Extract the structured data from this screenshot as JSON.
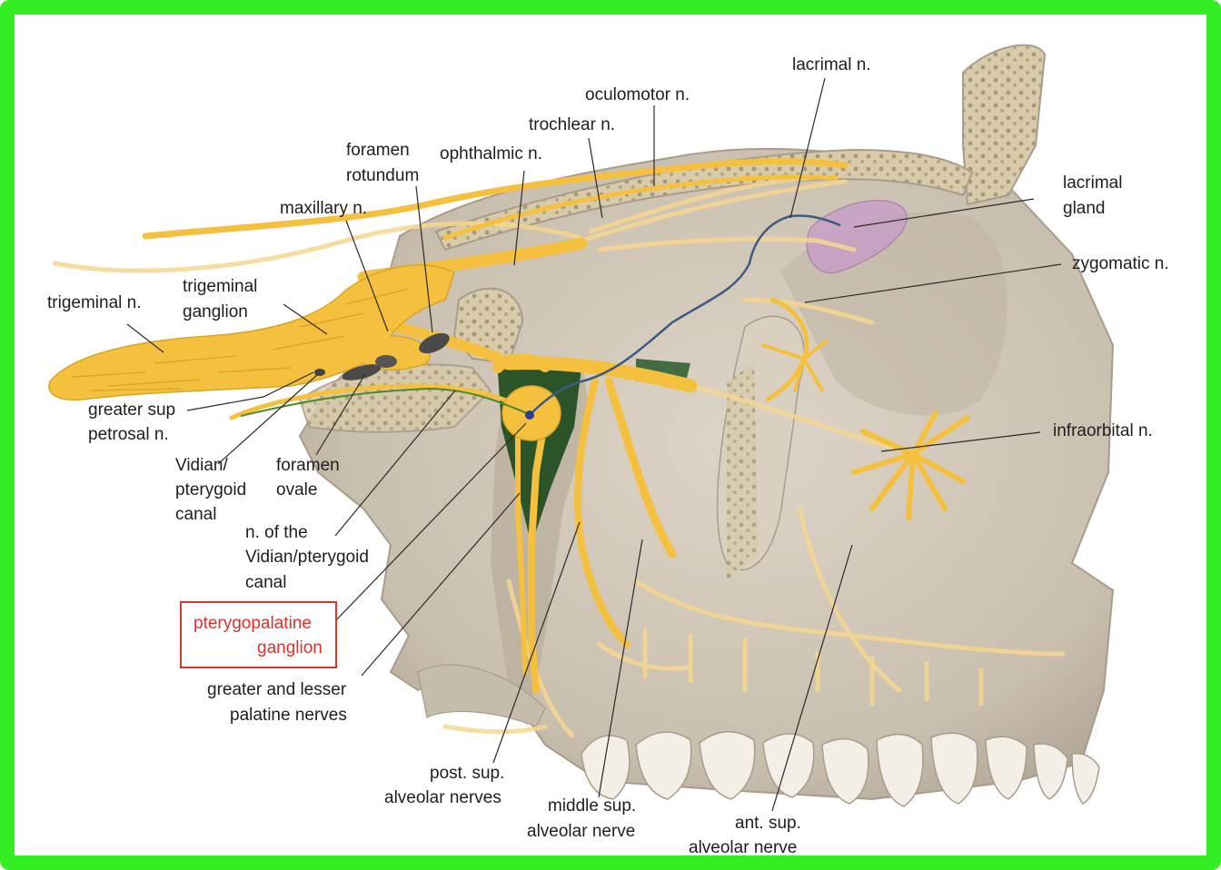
{
  "diagram": {
    "colors": {
      "frame": "#33ee22",
      "bone": "#cfc5b6",
      "bone_shadow": "#a89c8b",
      "nerve": "#f4c03e",
      "nerve_faint": "#f6d690",
      "gland": "#c79bc9",
      "label_text": "#1e1e1e",
      "highlight_label": "#e0302a"
    },
    "labels": {
      "lacrimal_n": "lacrimal n.",
      "oculomotor_n": "oculomotor n.",
      "trochlear_n": "trochlear n.",
      "foramen_rotundum_1": "foramen",
      "foramen_rotundum_2": "rotundum",
      "ophthalmic_n": "ophthalmic n.",
      "maxillary_n": "maxillary n.",
      "lacrimal_gland_1": "lacrimal",
      "lacrimal_gland_2": "gland",
      "zygomatic_n": "zygomatic n.",
      "trigeminal_ganglion_1": "trigeminal",
      "trigeminal_ganglion_2": "ganglion",
      "trigeminal_n": "trigeminal n.",
      "greater_sup_petrosal_1": "greater sup",
      "greater_sup_petrosal_2": "petrosal n.",
      "infraorbital_n": "infraorbital n.",
      "vidian_canal_1": "Vidian/",
      "vidian_canal_2": "pterygoid",
      "vidian_canal_3": "canal",
      "foramen_ovale_1": "foramen",
      "foramen_ovale_2": "ovale",
      "n_vidian_1": "n. of the",
      "n_vidian_2": "Vidian/pterygoid",
      "n_vidian_3": "canal",
      "pterygopalatine_1": "pterygopalatine",
      "pterygopalatine_2": "ganglion",
      "palatine_1": "greater and lesser",
      "palatine_2": "palatine nerves",
      "post_sup_1": "post. sup.",
      "post_sup_2": "alveolar nerves",
      "middle_sup_1": "middle sup.",
      "middle_sup_2": "alveolar nerve",
      "ant_sup_1": "ant. sup.",
      "ant_sup_2": "alveolar nerve"
    }
  }
}
